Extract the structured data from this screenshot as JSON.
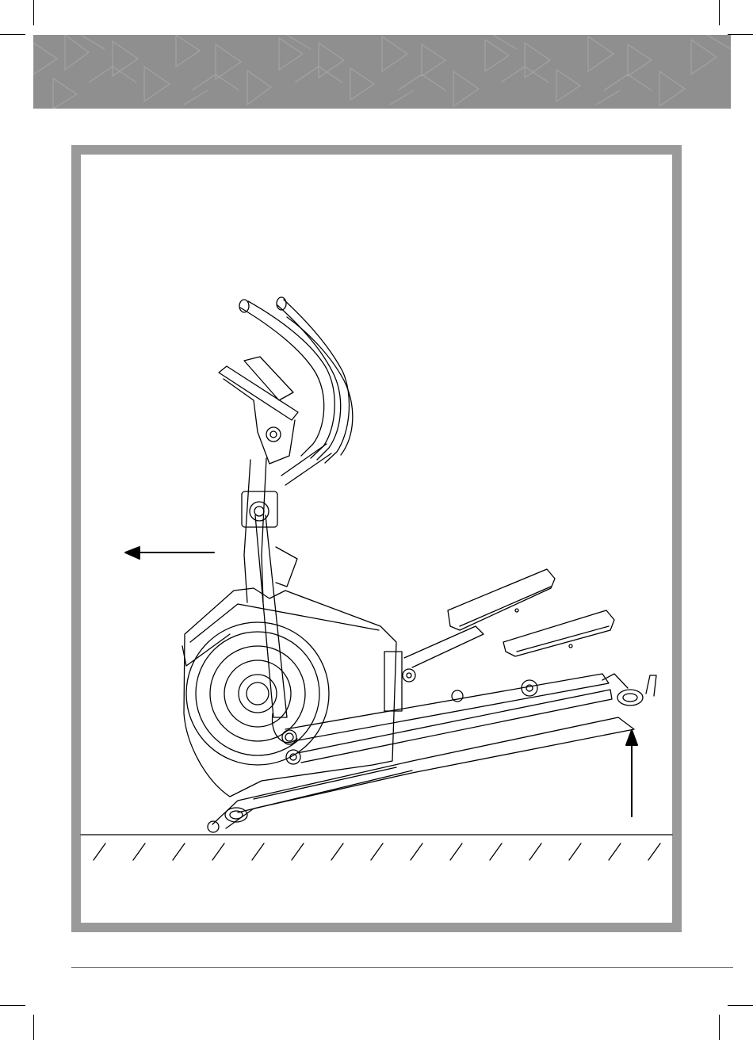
{
  "page": {
    "header": {
      "background_color": "#8f8f8f",
      "pattern": "triangle-pattern"
    },
    "figure": {
      "frame_color": "#9a9a9a",
      "subject": "elliptical-trainer",
      "arrows": [
        {
          "name": "push-direction-arrow",
          "direction": "left"
        },
        {
          "name": "lift-direction-arrow",
          "direction": "up"
        }
      ],
      "floor": "hatched-floor"
    },
    "footer": {
      "rule_color": "#777777"
    }
  }
}
